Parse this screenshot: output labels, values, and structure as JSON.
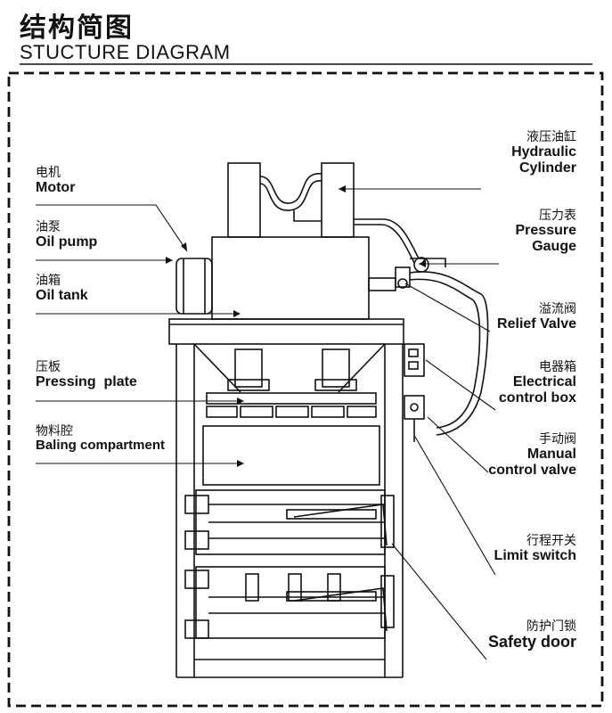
{
  "title": {
    "cn": "结构简图",
    "en": "STUCTURE DIAGRAM"
  },
  "labels": {
    "hydraulic_cylinder": {
      "cn": "液压油缸",
      "en1": "Hydraulic",
      "en2": "Cylinder"
    },
    "pressure_gauge": {
      "cn": "压力表",
      "en1": "Pressure",
      "en2": "Gauge"
    },
    "relief_valve": {
      "cn": "溢流阀",
      "en1": "Relief Valve"
    },
    "electrical_box": {
      "cn": "电器箱",
      "en1": "Electrical",
      "en2": "control box"
    },
    "manual_valve": {
      "cn": "手动阀",
      "en1": "Manual",
      "en2": "control valve"
    },
    "limit_switch": {
      "cn": "行程开关",
      "en1": "Limit switch"
    },
    "safety_door": {
      "cn": "防护门锁",
      "en1": "Safety door"
    },
    "motor": {
      "cn": "电机",
      "en1": "Motor"
    },
    "oil_pump": {
      "cn": "油泵",
      "en1": "Oil pump"
    },
    "oil_tank": {
      "cn": "油箱",
      "en1": "Oil tank"
    },
    "pressing_plate": {
      "cn": "压板",
      "en1": "Pressing  plate"
    },
    "baling_compartment": {
      "cn": "物料腔",
      "en1": "Baling compartment"
    }
  }
}
